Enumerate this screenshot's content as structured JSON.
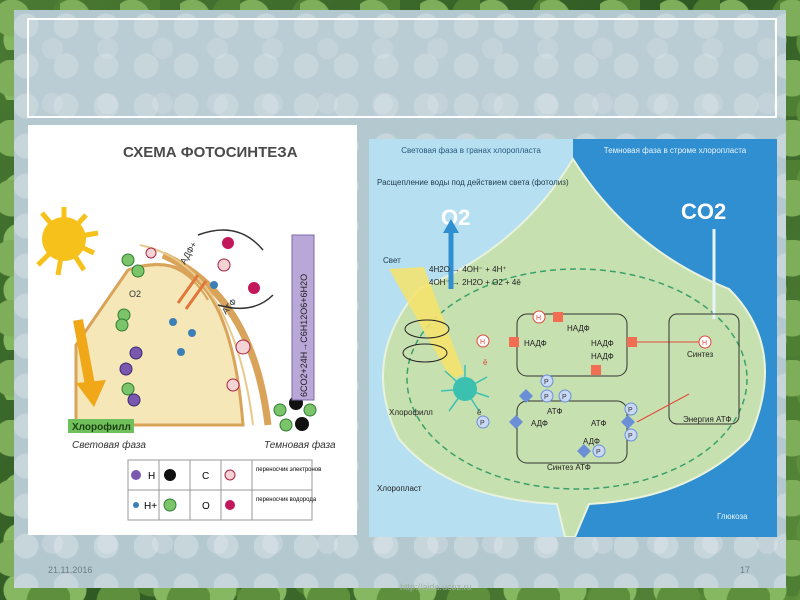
{
  "slide": {
    "date": "21.11.2016",
    "url": "http://aida.ucoz.ru",
    "page_number": "17"
  },
  "left_diagram": {
    "title": "СХЕМА ФОТОСИНТЕЗА",
    "o2_label": "O2",
    "adp_label": "АДФ+",
    "atp_label": "АТФ",
    "equation": "6CO2+24H→C6H12O6+6H2O",
    "chlorophyll_label": "Хлорофилл",
    "light_phase_label": "Световая фаза",
    "dark_phase_label": "Темновая фаза",
    "legend": {
      "h": "H",
      "c": "C",
      "h_plus": "H+",
      "o": "O",
      "electron_carriers": "переносчик электронов",
      "hydrogen_carriers": "переносчик водорода"
    }
  },
  "right_diagram": {
    "light_phase_header": "Световая фаза в гранах хлоропласта",
    "dark_phase_header": "Темновая фаза в строме хлоропласта",
    "photolysis_label": "Расщепление воды под действием света (фотолиз)",
    "o2": "O2",
    "co2": "CO2",
    "light_label": "Свет",
    "eq1": "4H2O → 4OH⁻ + 4H⁺",
    "eq2": "4OH⁻ → 2H2O + O2 + 4ē",
    "nadp": "НАДФ",
    "adp": "АДФ",
    "atp": "АТФ",
    "synthesis": "Синтез",
    "energy_atp": "Энергия АТФ",
    "atp_synthesis": "Синтез АТФ",
    "chlorophyll": "Хлорофилл",
    "chloroplast": "Хлоропласт",
    "glucose": "Глюкоза",
    "h": "H",
    "p": "P",
    "e": "ē"
  },
  "colors": {
    "sun": "#f5c11a",
    "cell_fill": "#f6e7b8",
    "membrane": "#d9a35a",
    "chlorophyll_box": "#6fc05a",
    "equation_box": "#b9a7d8",
    "right_light_bg": "#b6e0f2",
    "right_dark_bg": "#2f8fd0",
    "leaf_fill": "#c7e0b0",
    "nadp_square": "#f26e53",
    "p_circle": "#c8d8f5",
    "diamond": "#6a8fd6"
  }
}
